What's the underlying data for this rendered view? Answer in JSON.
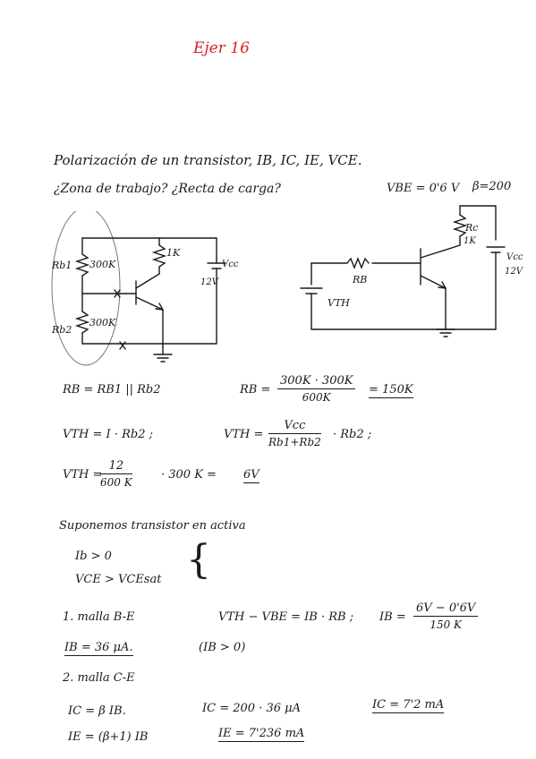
{
  "title": "Ejer 16",
  "statement": {
    "line1": "Polarización de un transistor, IB, IC, IE, VCE.",
    "line2": "¿Zona de trabajo? ¿Recta de carga?",
    "vbe": "VBE = 0'6 V",
    "beta": "β=200"
  },
  "circuit_left": {
    "rb1_name": "Rb1",
    "rb1_value": "300K",
    "rb2_name": "Rb2",
    "rb2_value": "300K",
    "rc_value": "1K",
    "vcc_name": "Vcc",
    "vcc_value": "12V"
  },
  "circuit_right": {
    "rc_name": "Rc",
    "rc_value": "1K",
    "rb_name": "RB",
    "vth_name": "VTH",
    "vcc_name": "Vcc",
    "vcc_value": "12V"
  },
  "calc": {
    "rb_def": "RB = RB1 || Rb2",
    "rb_lhs": "RB =",
    "rb_num": "300K · 300K",
    "rb_den": "600K",
    "rb_res": "= 150K",
    "vth_def": "VTH = I · Rb2 ;",
    "vth_lhs": "VTH =",
    "vth_num": "Vcc",
    "vth_den": "Rb1+Rb2",
    "vth_rest": "· Rb2 ;",
    "vth2_lhs": "VTH =",
    "vth2_num": "12",
    "vth2_den": "600 K",
    "vth2_mid": "· 300 K =",
    "vth2_res": "6V"
  },
  "assume": {
    "heading": "Suponemos transistor en activa",
    "cond1": "Ib > 0",
    "cond2": "VCE > VCEsat"
  },
  "mesh1": {
    "label": "1. malla  B-E",
    "eq": "VTH − VBE = IB · RB ;",
    "ib_lhs": "IB =",
    "ib_num": "6V − 0'6V",
    "ib_den": "150 K",
    "ib_res": "IB = 36 μA.",
    "ib_cond": "(IB > 0)"
  },
  "mesh2": {
    "label": "2.  malla  C-E",
    "ic_def": "IC = β IB.",
    "ic_calc": "IC = 200 · 36 μA",
    "ic_res": "IC = 7'2 mA",
    "ie_def": "IE = (β+1) IB",
    "ie_res": "IE = 7'236 mA"
  }
}
